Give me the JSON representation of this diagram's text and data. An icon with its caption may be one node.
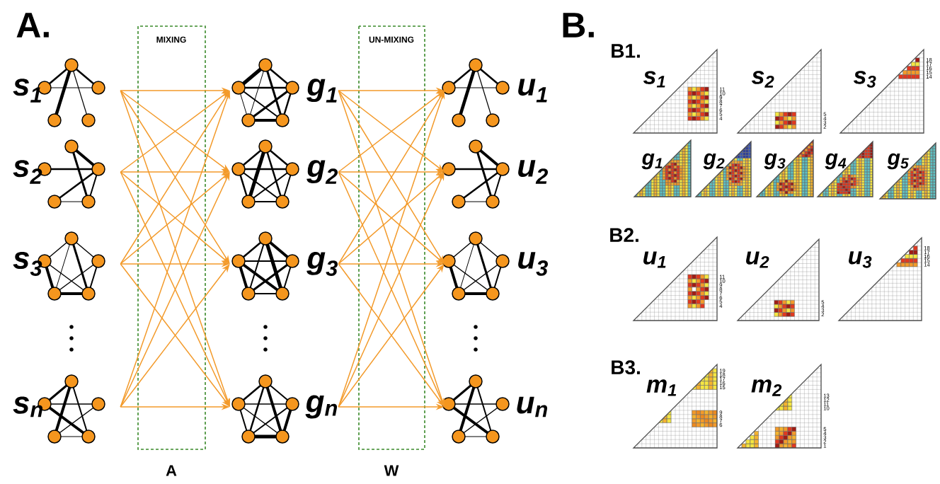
{
  "diagram": {
    "nodes": [
      {
        "text": [
          "s$_{1}$"
        ]
      },
      {
        "text": [
          "s$_{2}$"
        ]
      },
      {
        "text": [
          "s$_{3}$"
        ]
      },
      {
        "text": [
          "s$_{n}$"
        ]
      },
      {
        "text": [
          "g$_{1}$"
        ]
      },
      {
        "text": [
          "g$_{2}$"
        ]
      },
      {
        "text": [
          "g$_{3}$"
        ]
      },
      {
        "text": [
          "g$_{n}$"
        ]
      },
      {
        "text": [
          "u$_{1}$"
        ]
      },
      {
        "text": [
          "u$_{2}$"
        ]
      },
      {
        "text": [
          "u$_{3}$"
        ]
      },
      {
        "text": [
          "u$_{n}$"
        ]
      },
      {
        "text": [
          "s$_{1}$"
        ],
        "beside": [
          "11",
          "10",
          "9",
          "8",
          "7",
          "6",
          "5",
          "4"
        ]
      },
      {
        "text": [
          "s$_{2}$"
        ],
        "beside": [
          "5",
          "4",
          "3",
          "2"
        ]
      },
      {
        "text": [
          "s$_{3}$"
        ],
        "beside": [
          "18",
          "17",
          "16",
          "15",
          "14"
        ]
      },
      {
        "text": [
          "g$_{1}$"
        ]
      },
      {
        "text": [
          "g$_{2}$"
        ]
      },
      {
        "text": [
          "g$_{3}$"
        ]
      },
      {
        "text": [
          "g$_{4}$"
        ]
      },
      {
        "text": [
          "g$_{5}$"
        ]
      },
      {
        "text": [
          "u$_{1}$"
        ],
        "beside": [
          "11",
          "10",
          "9",
          "8",
          "7",
          "6",
          "5",
          "4"
        ]
      },
      {
        "text": [
          "u$_{2}$"
        ],
        "beside": [
          "5",
          "4",
          "3",
          "2"
        ]
      },
      {
        "text": [
          "u$_{3}$"
        ],
        "beside": [
          "18",
          "17",
          "16",
          "15",
          "14"
        ]
      },
      {
        "text": [
          "m$_{1}$"
        ],
        "beside": [
          "19",
          "18",
          "17",
          "16",
          "15",
          "9",
          "8",
          "7",
          "6"
        ]
      },
      {
        "text": [
          "m$_{2}$"
        ],
        "beside": [
          "13",
          "12",
          "11",
          "10",
          "5",
          "4",
          "3",
          "2",
          "1"
        ]
      }
    ],
    "edges": [
      {
        "from": 0,
        "to": 4,
        "arrow": "to"
      },
      {
        "from": 0,
        "to": 5,
        "arrow": "to"
      },
      {
        "from": 0,
        "to": 6,
        "arrow": "to"
      },
      {
        "from": 0,
        "to": 7,
        "arrow": "to"
      },
      {
        "from": 1,
        "to": 4,
        "arrow": "to"
      },
      {
        "from": 1,
        "to": 5,
        "arrow": "to"
      },
      {
        "from": 1,
        "to": 6,
        "arrow": "to"
      },
      {
        "from": 1,
        "to": 7,
        "arrow": "to"
      },
      {
        "from": 2,
        "to": 4,
        "arrow": "to"
      },
      {
        "from": 2,
        "to": 5,
        "arrow": "to"
      },
      {
        "from": 2,
        "to": 6,
        "arrow": "to"
      },
      {
        "from": 2,
        "to": 7,
        "arrow": "to"
      },
      {
        "from": 3,
        "to": 4,
        "arrow": "to"
      },
      {
        "from": 3,
        "to": 5,
        "arrow": "to"
      },
      {
        "from": 3,
        "to": 6,
        "arrow": "to"
      },
      {
        "from": 3,
        "to": 7,
        "arrow": "to"
      },
      {
        "from": 4,
        "to": 8,
        "arrow": "to"
      },
      {
        "from": 4,
        "to": 9,
        "arrow": "to"
      },
      {
        "from": 4,
        "to": 10,
        "arrow": "to"
      },
      {
        "from": 4,
        "to": 11,
        "arrow": "to"
      },
      {
        "from": 5,
        "to": 8,
        "arrow": "to"
      },
      {
        "from": 5,
        "to": 9,
        "arrow": "to"
      },
      {
        "from": 5,
        "to": 10,
        "arrow": "to"
      },
      {
        "from": 5,
        "to": 11,
        "arrow": "to"
      },
      {
        "from": 6,
        "to": 8,
        "arrow": "to"
      },
      {
        "from": 6,
        "to": 9,
        "arrow": "to"
      },
      {
        "from": 6,
        "to": 10,
        "arrow": "to"
      },
      {
        "from": 6,
        "to": 11,
        "arrow": "to"
      },
      {
        "from": 7,
        "to": 8,
        "arrow": "to"
      },
      {
        "from": 7,
        "to": 9,
        "arrow": "to"
      },
      {
        "from": 7,
        "to": 10,
        "arrow": "to"
      },
      {
        "from": 7,
        "to": 11,
        "arrow": "to"
      }
    ],
    "labels": [
      "A.",
      "B.",
      "MIXING",
      "UN-MIXING",
      "B1.",
      "B2.",
      "B3.",
      "A",
      "W"
    ]
  }
}
